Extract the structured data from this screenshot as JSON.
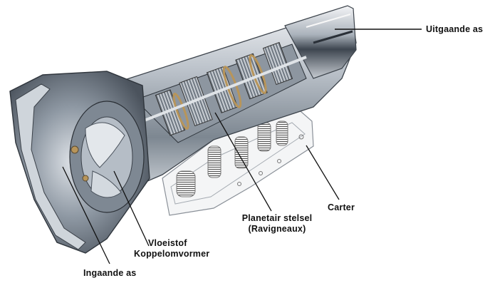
{
  "diagram": {
    "title": "Automatic transmission cutaway",
    "colors": {
      "background": "#ffffff",
      "casing_light": "#d9dde2",
      "casing_mid": "#9aa3ad",
      "casing_dark": "#4a525c",
      "gear_brass": "#b8955a",
      "leader_line": "#111111",
      "label_text": "#111111"
    },
    "labels": [
      {
        "id": "uitgaande-as",
        "text": "Uitgaande as"
      },
      {
        "id": "carter",
        "text": "Carter"
      },
      {
        "id": "planetair-stelsel",
        "lines": [
          "Planetair stelsel",
          "(Ravigneaux)"
        ]
      },
      {
        "id": "vloeistof-koppelomvormer",
        "lines": [
          "Vloeistof",
          "Koppelomvormer"
        ]
      },
      {
        "id": "ingaande-as",
        "text": "Ingaande as"
      }
    ]
  }
}
